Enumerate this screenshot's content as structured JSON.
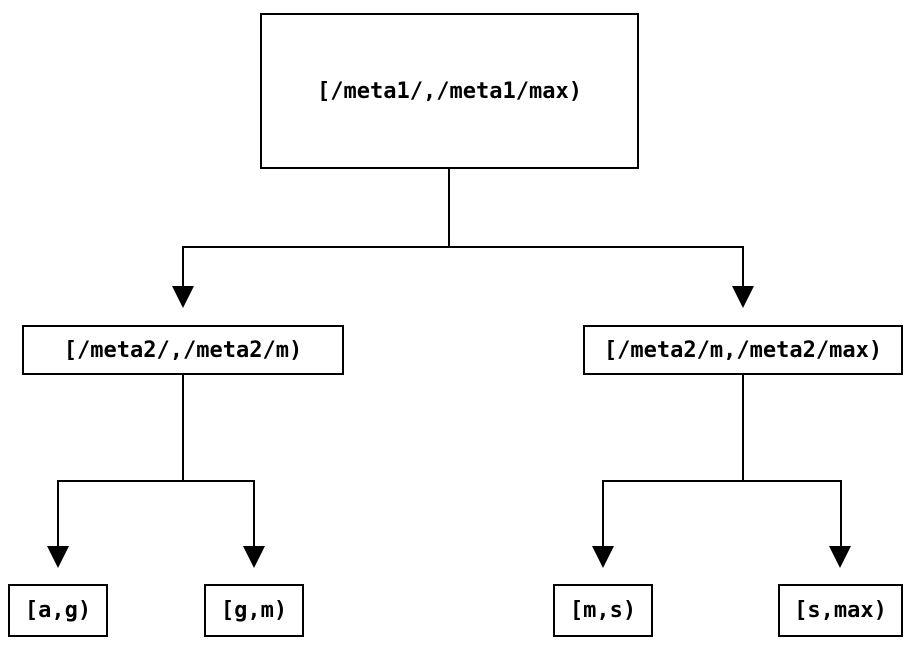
{
  "diagram": {
    "nodes": {
      "root": {
        "label": "[/meta1/,/meta1/max)"
      },
      "left": {
        "label": "[/meta2/,/meta2/m)"
      },
      "right": {
        "label": "[/meta2/m,/meta2/max)"
      },
      "leaf_ag": {
        "label": "[a,g)"
      },
      "leaf_gm": {
        "label": "[g,m)"
      },
      "leaf_ms": {
        "label": "[m,s)"
      },
      "leaf_smax": {
        "label": "[s,max)"
      }
    },
    "edges": [
      {
        "from": "root",
        "to": "left"
      },
      {
        "from": "root",
        "to": "right"
      },
      {
        "from": "left",
        "to": "leaf_ag"
      },
      {
        "from": "left",
        "to": "leaf_gm"
      },
      {
        "from": "right",
        "to": "leaf_ms"
      },
      {
        "from": "right",
        "to": "leaf_smax"
      }
    ],
    "colors": {
      "background": "#ffffff",
      "line": "#000000",
      "box_border": "#000000",
      "text": "#000000"
    }
  }
}
